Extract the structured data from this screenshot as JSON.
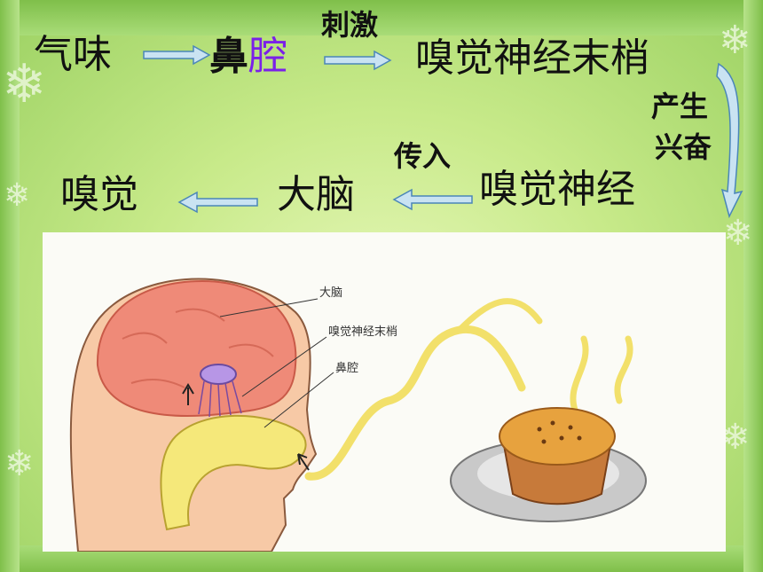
{
  "flow": {
    "odor": "气味",
    "nose_part1": "鼻",
    "nose_part2": "腔",
    "stimulate": "刺激",
    "nerve_endings": "嗅觉神经末梢",
    "produce": "产生",
    "excite": "兴奋",
    "transmit": "传入",
    "nerve": "嗅觉神经",
    "brain": "大脑",
    "smell": "嗅觉"
  },
  "illustration": {
    "label_brain": "大脑",
    "label_nerve_endings": "嗅觉神经末梢",
    "label_nasal_cavity": "鼻腔"
  },
  "colors": {
    "accent_purple": "#7a20e8",
    "arrow_fill": "#c9e3f2",
    "arrow_stroke": "#4a86b8",
    "brain": "#ef8a78",
    "nasal": "#f5e87a"
  }
}
